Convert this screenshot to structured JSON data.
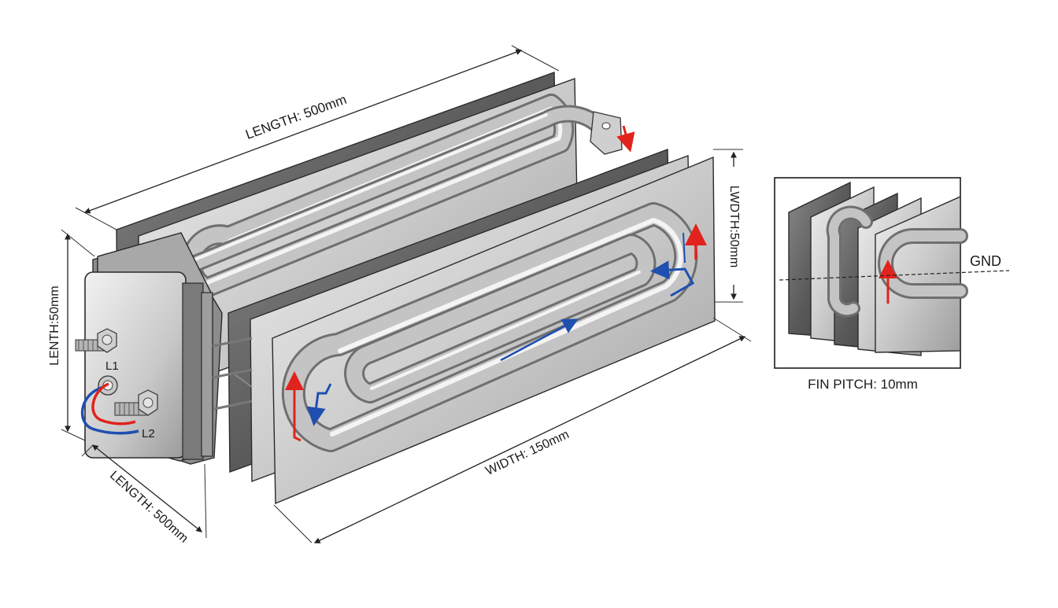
{
  "labels": {
    "length_top": "LENGTH: 500mm",
    "length_left_vertical": "LENTH:50mm",
    "length_bottom_left": "LENGTH: 500mm",
    "width_bottom": "WIDTH: 150mm",
    "width_right_vertical": "LWDTH:50mm",
    "terminal_1": "L1",
    "terminal_2": "L2",
    "ground": "GND",
    "fin_pitch": "FIN PITCH: 10mm"
  },
  "colors": {
    "flow_hot": "#e0231c",
    "flow_cold": "#1f4fb0",
    "fin_light": "#d9d9d9",
    "fin_dark": "#5e5e5e",
    "tube": "#c4c4c4"
  }
}
